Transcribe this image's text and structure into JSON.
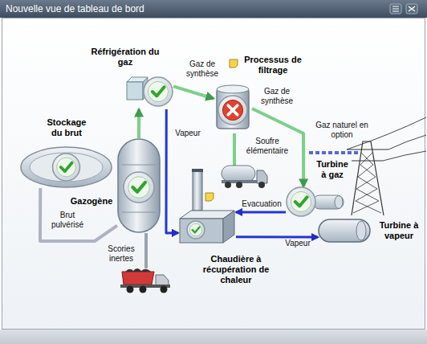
{
  "diagram": {
    "title": "Nouvelle vue de tableau de bord",
    "nodes": [
      {
        "text": [
          "Stockage du brut"
        ]
      },
      {
        "text": [
          "Gazogène"
        ]
      },
      {
        "text": [
          "Réfrigération du gaz"
        ]
      },
      {
        "text": [
          "Processus de filtrage"
        ]
      },
      {
        "text": [
          "Chaudière à récupération de chaleur"
        ]
      },
      {
        "text": [
          "Turbine à gaz"
        ]
      },
      {
        "text": [
          "Turbine à vapeur"
        ]
      }
    ],
    "edges": [
      {
        "from": 0,
        "to": 1,
        "label": "Brut pulvérisé",
        "arrow": "none"
      },
      {
        "from": 1,
        "to": 2,
        "arrow": "to"
      },
      {
        "from": 2,
        "to": 3,
        "label": "Gaz de synthèse",
        "arrow": "to"
      },
      {
        "from": 3,
        "to": 5,
        "label": "Gaz de synthèse",
        "arrow": "to"
      },
      {
        "from": 2,
        "to": 4,
        "label": "Vapeur",
        "arrow": "to"
      },
      {
        "from": 5,
        "to": 4,
        "label": "Evacuation",
        "arrow": "to"
      },
      {
        "from": 4,
        "to": 6,
        "label": "Vapeur",
        "arrow": "to"
      }
    ],
    "labels": [
      "Gaz naturel en option",
      "Soufre élémentaire",
      "Scories inertes"
    ]
  }
}
